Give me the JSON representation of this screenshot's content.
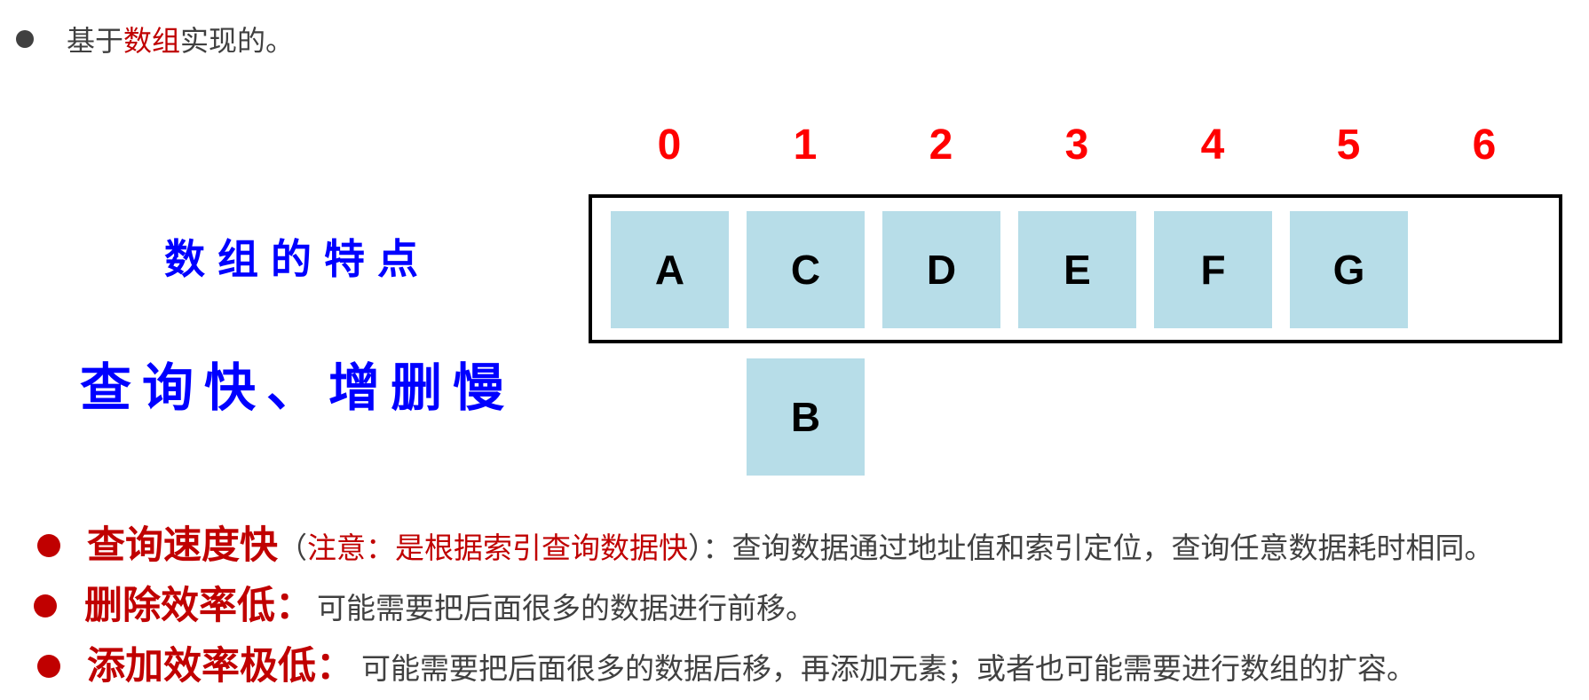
{
  "intro": {
    "prefix": "基于",
    "highlight": "数组",
    "suffix": "实现的。"
  },
  "captions": {
    "title": "数组的特点",
    "summary": "查询快、增删慢"
  },
  "array": {
    "indices": [
      "0",
      "1",
      "2",
      "3",
      "4",
      "5",
      "6"
    ],
    "cells": [
      "A",
      "C",
      "D",
      "E",
      "F",
      "G",
      ""
    ],
    "inserting": "B",
    "inserting_at_index": 1,
    "colors": {
      "index": "#ff0000",
      "cell_fill": "#b7dde8",
      "border": "#000000"
    }
  },
  "points": [
    {
      "head": "查询速度快",
      "paren_open": "（",
      "note": "注意：是根据索引查询数据快",
      "paren_close": "）",
      "body": "：查询数据通过地址值和索引定位，查询任意数据耗时相同。"
    },
    {
      "head": "删除效率低：",
      "body": "可能需要把后面很多的数据进行前移。"
    },
    {
      "head": "添加效率极低：",
      "body": "可能需要把后面很多的数据后移，再添加元素；或者也可能需要进行数组的扩容。"
    }
  ],
  "colors": {
    "text_gray": "#404040",
    "emphasis_red": "#c00000",
    "caption_blue": "#0000ff"
  }
}
